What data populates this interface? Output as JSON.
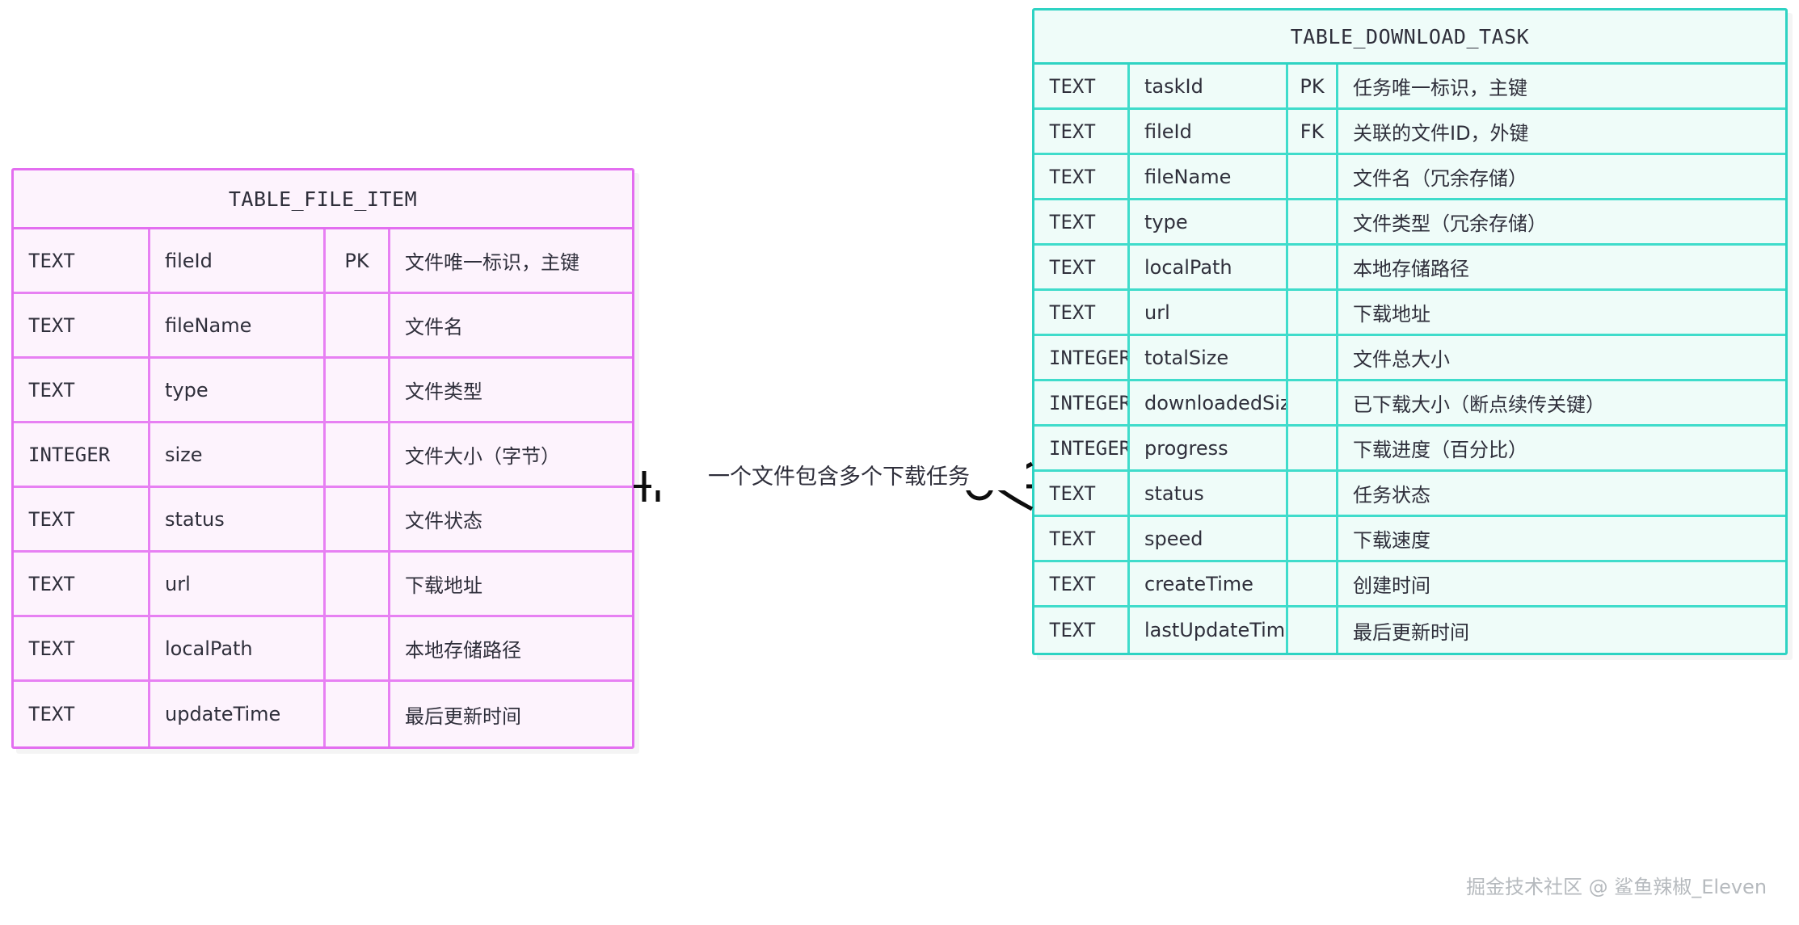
{
  "diagram": {
    "type": "er-diagram",
    "background": "#ffffff"
  },
  "entities": [
    {
      "id": "file-item",
      "name": "TABLE_FILE_ITEM",
      "accent_color": "#e36ef0",
      "fill_color": "#fdf3fd",
      "columns": [
        {
          "type": "TEXT",
          "name": "fileId",
          "key": "PK",
          "comment": "文件唯一标识，主键"
        },
        {
          "type": "TEXT",
          "name": "fileName",
          "key": "",
          "comment": "文件名"
        },
        {
          "type": "TEXT",
          "name": "type",
          "key": "",
          "comment": "文件类型"
        },
        {
          "type": "INTEGER",
          "name": "size",
          "key": "",
          "comment": "文件大小（字节）"
        },
        {
          "type": "TEXT",
          "name": "status",
          "key": "",
          "comment": "文件状态"
        },
        {
          "type": "TEXT",
          "name": "url",
          "key": "",
          "comment": "下载地址"
        },
        {
          "type": "TEXT",
          "name": "localPath",
          "key": "",
          "comment": "本地存储路径"
        },
        {
          "type": "TEXT",
          "name": "updateTime",
          "key": "",
          "comment": "最后更新时间"
        }
      ]
    },
    {
      "id": "download-task",
      "name": "TABLE_DOWNLOAD_TASK",
      "accent_color": "#2ed3c3",
      "fill_color": "#effcf9",
      "columns": [
        {
          "type": "TEXT",
          "name": "taskId",
          "key": "PK",
          "comment": "任务唯一标识，主键"
        },
        {
          "type": "TEXT",
          "name": "fileId",
          "key": "FK",
          "comment": "关联的文件ID，外键"
        },
        {
          "type": "TEXT",
          "name": "fileName",
          "key": "",
          "comment": "文件名（冗余存储）"
        },
        {
          "type": "TEXT",
          "name": "type",
          "key": "",
          "comment": "文件类型（冗余存储）"
        },
        {
          "type": "TEXT",
          "name": "localPath",
          "key": "",
          "comment": "本地存储路径"
        },
        {
          "type": "TEXT",
          "name": "url",
          "key": "",
          "comment": "下载地址"
        },
        {
          "type": "INTEGER",
          "name": "totalSize",
          "key": "",
          "comment": "文件总大小"
        },
        {
          "type": "INTEGER",
          "name": "downloadedSize",
          "key": "",
          "comment": "已下载大小（断点续传关键）"
        },
        {
          "type": "INTEGER",
          "name": "progress",
          "key": "",
          "comment": "下载进度（百分比）"
        },
        {
          "type": "TEXT",
          "name": "status",
          "key": "",
          "comment": "任务状态"
        },
        {
          "type": "TEXT",
          "name": "speed",
          "key": "",
          "comment": "下载速度"
        },
        {
          "type": "TEXT",
          "name": "createTime",
          "key": "",
          "comment": "创建时间"
        },
        {
          "type": "TEXT",
          "name": "lastUpdateTime",
          "key": "",
          "comment": "最后更新时间"
        }
      ]
    }
  ],
  "relationship": {
    "label": "一个文件包含多个下载任务",
    "from_entity": "TABLE_FILE_ITEM",
    "to_entity": "TABLE_DOWNLOAD_TASK",
    "from_cardinality": "exactly-one",
    "to_cardinality": "zero-or-many",
    "line_color": "#000000"
  },
  "watermark": {
    "text": "掘金技术社区 @ 鲨鱼辣椒_Eleven"
  }
}
